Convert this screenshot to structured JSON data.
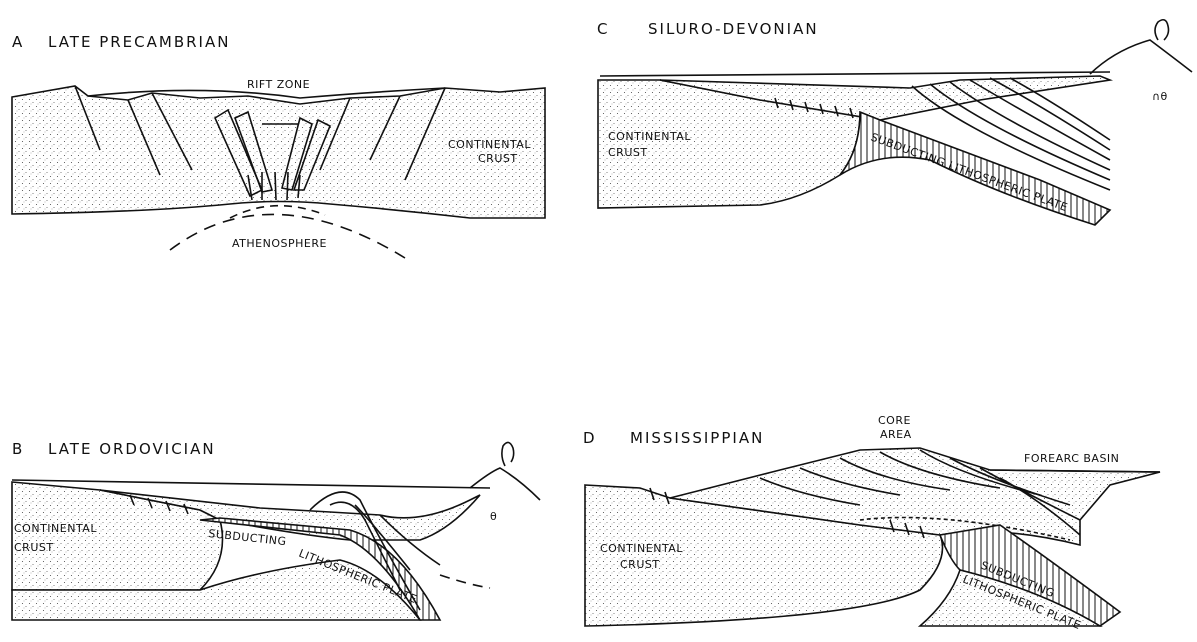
{
  "panels": {
    "a": {
      "letter": "A",
      "title": "LATE PRECAMBRIAN",
      "rift_label": "RIFT ZONE",
      "crust_label_1": "CONTINENTAL",
      "crust_label_2": "CRUST",
      "mantle_label": "ATHENOSPHERE"
    },
    "b": {
      "letter": "B",
      "title": "LATE ORDOVICIAN",
      "crust_label_1": "CONTINENTAL",
      "crust_label_2": "CRUST",
      "plate_label_1": "SUBDUCTING",
      "plate_label_2": "LITHOSPHERIC PLATE"
    },
    "c": {
      "letter": "C",
      "title": "SILURO-DEVONIAN",
      "crust_label_1": "CONTINENTAL",
      "crust_label_2": "CRUST",
      "plate_label_1": "SUBDUCTING LITHOSPHERIC PLATE"
    },
    "d": {
      "letter": "D",
      "title": "MISSISSIPPIAN",
      "core_label_1": "CORE",
      "core_label_2": "AREA",
      "basin_label": "FOREARC BASIN",
      "crust_label_1": "CONTINENTAL",
      "crust_label_2": "CRUST",
      "plate_label_1": "SUBDUCTING",
      "plate_label_2": "LITHOSPHERIC PLATE"
    }
  }
}
